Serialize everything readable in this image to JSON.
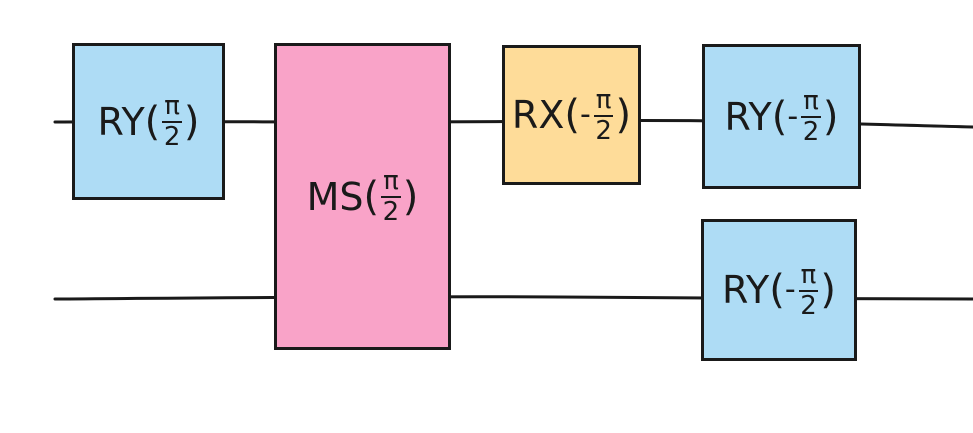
{
  "colors": {
    "wire": "#1a1a1a",
    "ry_fill": "#aedcf5",
    "ms_fill": "#f9a3c8",
    "rx_fill": "#fedc99"
  },
  "wires": [
    "qubit-wire-1",
    "qubit-wire-2"
  ],
  "gates": [
    {
      "name": "ry-gate-1",
      "op": "RY",
      "sign": "",
      "num": "π",
      "den": "2"
    },
    {
      "name": "ms-gate",
      "op": "MS",
      "sign": "",
      "num": "π",
      "den": "2"
    },
    {
      "name": "rx-gate",
      "op": "RX",
      "sign": "-",
      "num": "π",
      "den": "2"
    },
    {
      "name": "ry-gate-2",
      "op": "RY",
      "sign": "-",
      "num": "π",
      "den": "2"
    },
    {
      "name": "ry-gate-3",
      "op": "RY",
      "sign": "-",
      "num": "π",
      "den": "2"
    }
  ]
}
